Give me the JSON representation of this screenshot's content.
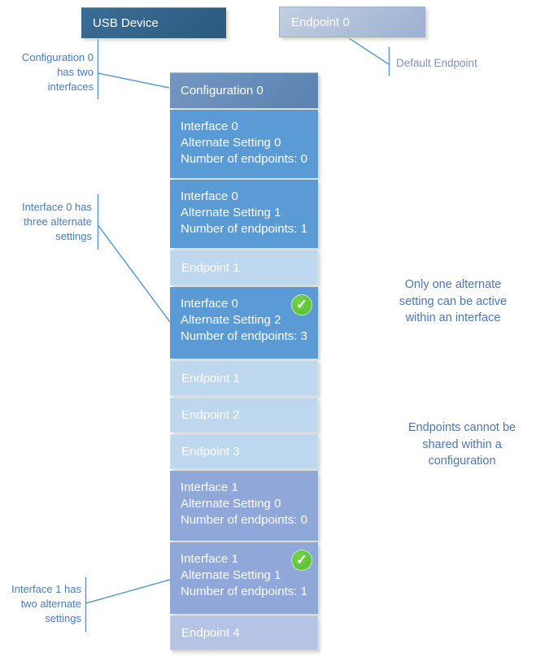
{
  "diagram": {
    "usb_device_label": "USB Device",
    "endpoint0_label": "Endpoint 0",
    "column": {
      "header": "Configuration 0",
      "rows": [
        {
          "kind": "interface",
          "active": false,
          "lines": [
            "Interface 0",
            "Alternate Setting 0",
            "Number of endpoints: 0"
          ]
        },
        {
          "kind": "interface",
          "active": false,
          "lines": [
            "Interface 0",
            "Alternate Setting 1",
            "Number of endpoints: 1"
          ]
        },
        {
          "kind": "endpoint",
          "lines": [
            "Endpoint 1"
          ]
        },
        {
          "kind": "interface",
          "active": true,
          "lines": [
            "Interface 0",
            "Alternate Setting 2",
            "Number of endpoints: 3"
          ]
        },
        {
          "kind": "endpoint",
          "lines": [
            "Endpoint 1"
          ]
        },
        {
          "kind": "endpoint",
          "lines": [
            "Endpoint 2"
          ]
        },
        {
          "kind": "endpoint",
          "lines": [
            "Endpoint 3"
          ]
        },
        {
          "kind": "interface",
          "active": false,
          "lines": [
            "Interface 1",
            "Alternate Setting 0",
            "Number of endpoints: 0"
          ]
        },
        {
          "kind": "interface",
          "active": true,
          "lines": [
            "Interface 1",
            "Alternate Setting 1",
            "Number of endpoints: 1"
          ]
        },
        {
          "kind": "endpoint",
          "lines": [
            "Endpoint 4"
          ]
        }
      ]
    },
    "callouts": {
      "configuration": {
        "lines": [
          "Configuration 0",
          "has two",
          "interfaces"
        ]
      },
      "interface0": {
        "lines": [
          "Interface 0 has",
          "three alternate",
          "settings"
        ]
      },
      "interface1": {
        "lines": [
          "Interface 1 has",
          "two alternate",
          "settings"
        ]
      },
      "default_endpoint": "Default Endpoint"
    },
    "notes": {
      "alternate_setting": {
        "lines": [
          "Only one alternate",
          "setting can be active",
          "within an interface"
        ]
      },
      "endpoints_shared": {
        "lines": [
          "Endpoints cannot be",
          "shared within a",
          "configuration"
        ]
      }
    },
    "icons": {
      "active_check": "check-icon",
      "check_glyph": "✓"
    },
    "colors": {
      "usb_device_box": "#2e5f83",
      "endpoint0_box": "#aebfd8",
      "configuration_header": "#6189b9",
      "interface0_row": "#5b9bd5",
      "interface1_row": "#8fa7d9",
      "endpoint_row": "#bdd7ee",
      "endpoint4_row": "#b5c4e4",
      "check_green": "#5cc335",
      "leader_line": "#5b9bd5",
      "callout_text": "#4a7cb8",
      "default_endpoint_text": "#8193b6",
      "note_text": "#4c77b2"
    }
  }
}
